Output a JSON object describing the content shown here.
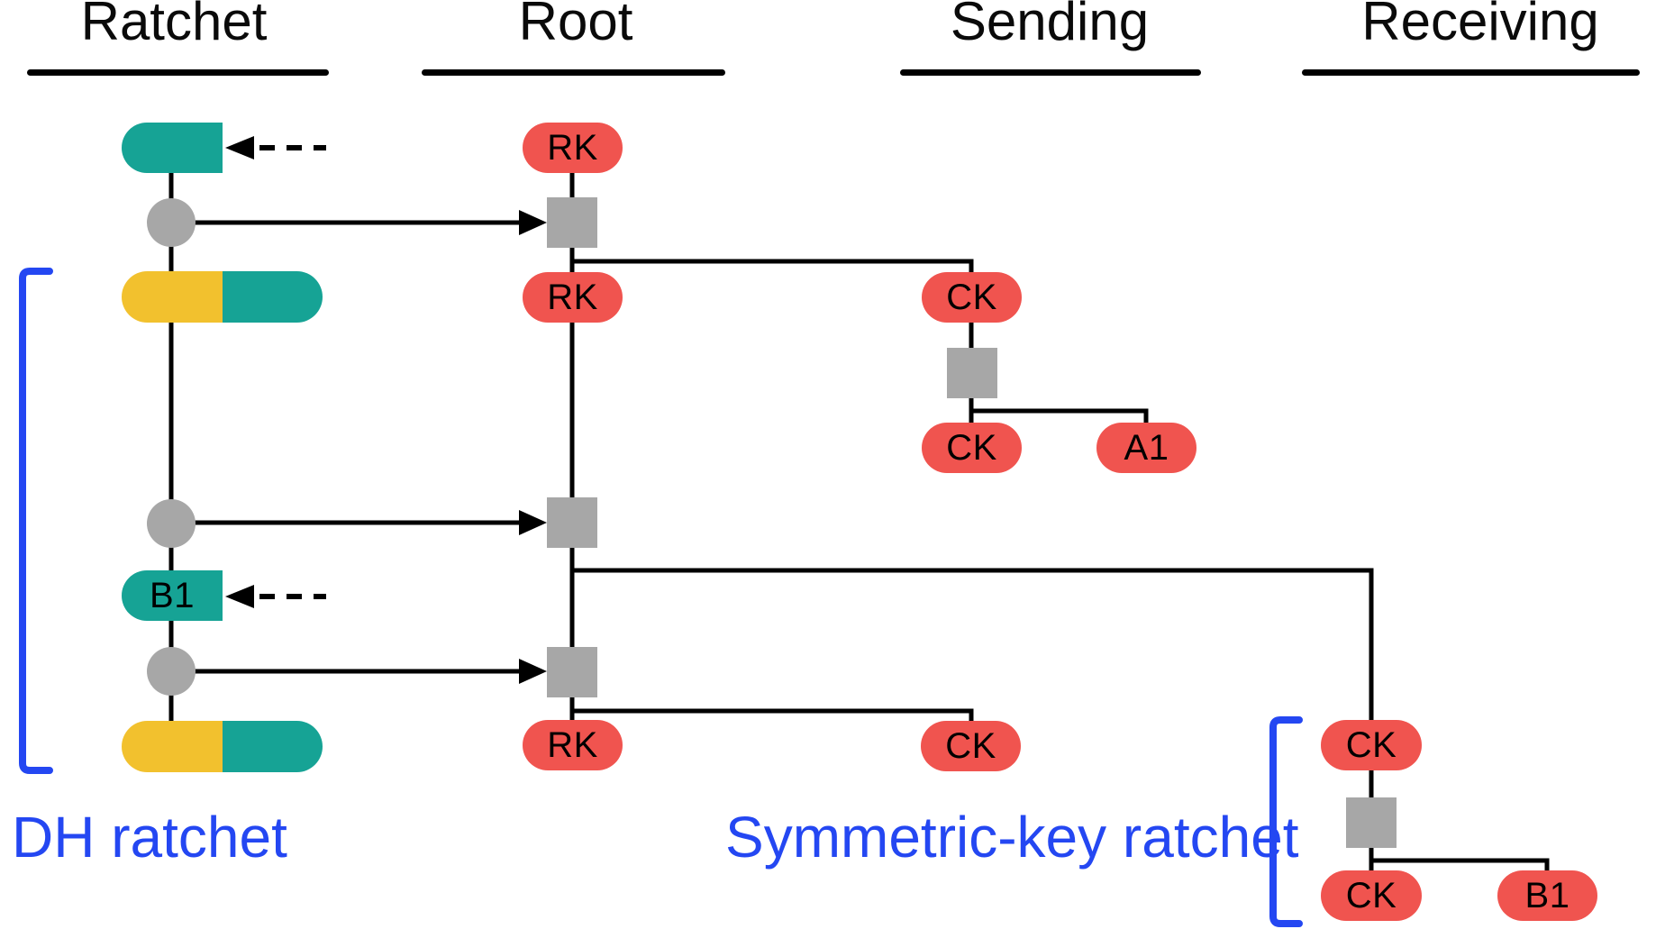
{
  "headers": [
    {
      "label": "Ratchet"
    },
    {
      "label": "Root"
    },
    {
      "label": "Sending"
    },
    {
      "label": "Receiving"
    }
  ],
  "pills": {
    "rk1": "RK",
    "rk2": "RK",
    "rk3": "RK",
    "send_ck1": "CK",
    "send_ck2": "CK",
    "send_a1": "A1",
    "send_ck3": "CK",
    "recv_ck1": "CK",
    "recv_ck2": "CK",
    "recv_b1": "B1",
    "ratchet_b1": "B1"
  },
  "annotations": {
    "dh": "DH ratchet",
    "symmetric": "Symmetric-key ratchet"
  },
  "colors": {
    "red": "#f0544f",
    "teal": "#16a395",
    "yellow": "#f2c12e",
    "gray": "#a7a7a7",
    "blue": "#2447f2",
    "line": "#000000"
  }
}
